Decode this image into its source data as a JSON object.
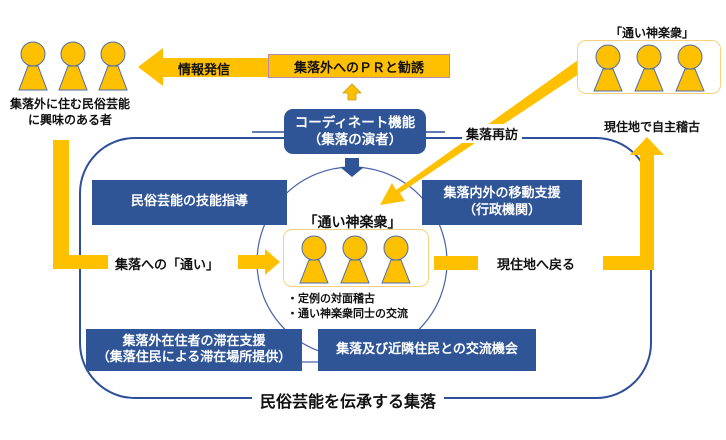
{
  "colors": {
    "accent_yellow": "#ffc000",
    "navy": "#2f5597",
    "frame_blue": "#2e4f9a",
    "person_outline": "#4f6ea8",
    "group_border": "#f7d27a",
    "text": "#111111"
  },
  "outside_people": {
    "label_line1": "集落外に住む民俗芸能",
    "label_line2": "に興味のある者",
    "icon": "person-icon"
  },
  "arrows": {
    "info_send": "情報発信",
    "to_village": "集落への「通い」",
    "return_home": "現住地へ戻る",
    "revisit": "集落再訪"
  },
  "pr_box": {
    "label": "集落外へのＰＲと勧誘"
  },
  "coordinator": {
    "line1": "コーディネート機能",
    "line2": "（集落の演者）"
  },
  "support_boxes": [
    {
      "line1": "民俗芸能の技能指導",
      "line2": ""
    },
    {
      "line1": "集落内外の移動支援",
      "line2": "（行政機関）"
    },
    {
      "line1": "集落外在住者の滞在支援",
      "line2": "（集落住民による滞在場所提供）"
    },
    {
      "line1": "集落及び近隣住民との交流機会",
      "line2": ""
    }
  ],
  "center_group": {
    "title": "「通い神楽衆」",
    "bullets": [
      "・定例の対面稽古",
      "・通い神楽衆同士の交流"
    ]
  },
  "remote_group": {
    "title": "「通い神楽衆」",
    "caption": "現住地で自主稽古"
  },
  "village_frame": {
    "label": "民俗芸能を伝承する集落"
  }
}
